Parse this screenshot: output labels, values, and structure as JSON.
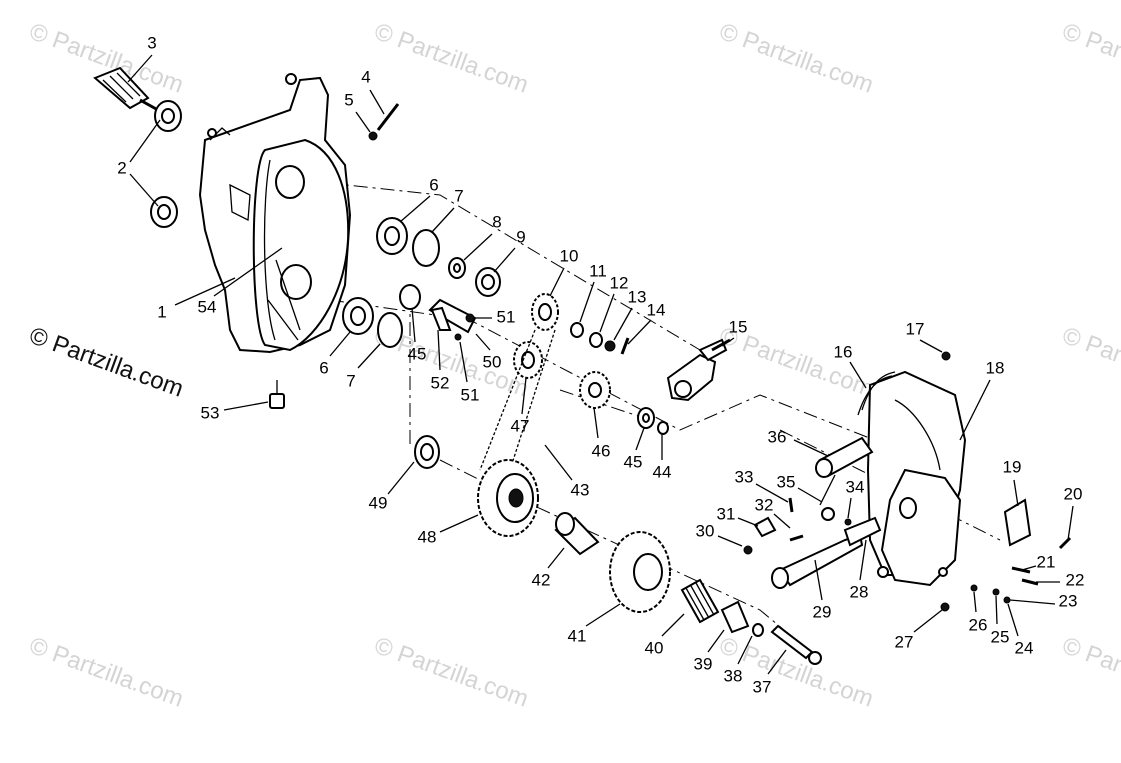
{
  "watermark": {
    "text": "© Partzilla.com",
    "color": "#d4d4d4",
    "emphasis_color": "#111111"
  },
  "callouts": [
    "1",
    "2",
    "3",
    "4",
    "5",
    "6",
    "7",
    "8",
    "9",
    "10",
    "11",
    "12",
    "13",
    "14",
    "15",
    "16",
    "17",
    "18",
    "19",
    "20",
    "21",
    "22",
    "23",
    "24",
    "25",
    "26",
    "27",
    "28",
    "29",
    "30",
    "31",
    "32",
    "33",
    "34",
    "35",
    "36",
    "37",
    "38",
    "39",
    "40",
    "41",
    "42",
    "43",
    "44",
    "45",
    "46",
    "47",
    "48",
    "49",
    "50",
    "51",
    "52",
    "53",
    "54"
  ],
  "callout_repeats": {
    "6": 2,
    "7": 2,
    "45": 2,
    "51": 2
  }
}
